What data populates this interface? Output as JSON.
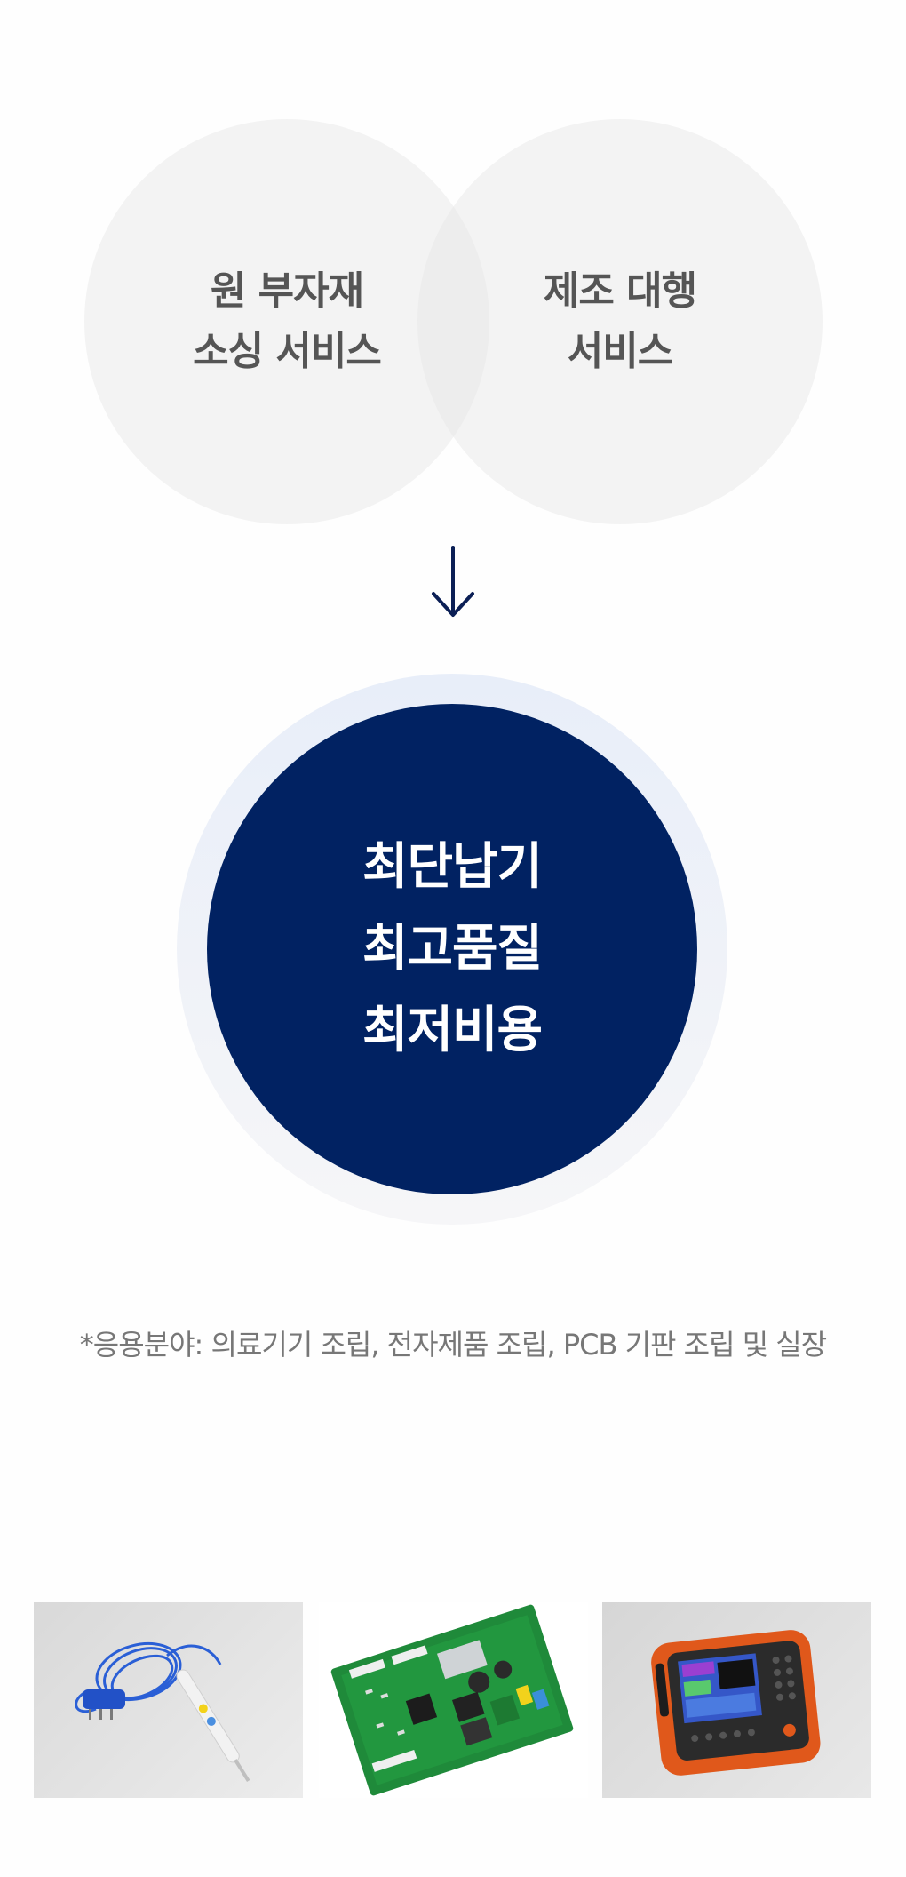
{
  "venn": {
    "left": {
      "line1": "원 부자재",
      "line2": "소싱 서비스"
    },
    "right": {
      "line1": "제조 대행",
      "line2": "서비스"
    }
  },
  "arrow_icon": "arrow-down-icon",
  "result": {
    "line1": "최단납기",
    "line2": "최고품질",
    "line3": "최저비용"
  },
  "note": "*응용분야: 의료기기 조립, 전자제품 조립, PCB 기판 조립 및 실장",
  "products": [
    {
      "icon": "electrosurgical-pencil-image"
    },
    {
      "icon": "pcb-board-image"
    },
    {
      "icon": "handheld-measuring-device-image"
    }
  ],
  "colors": {
    "navy": "#012262",
    "circle_text": "#555555",
    "note_text": "#777777"
  }
}
